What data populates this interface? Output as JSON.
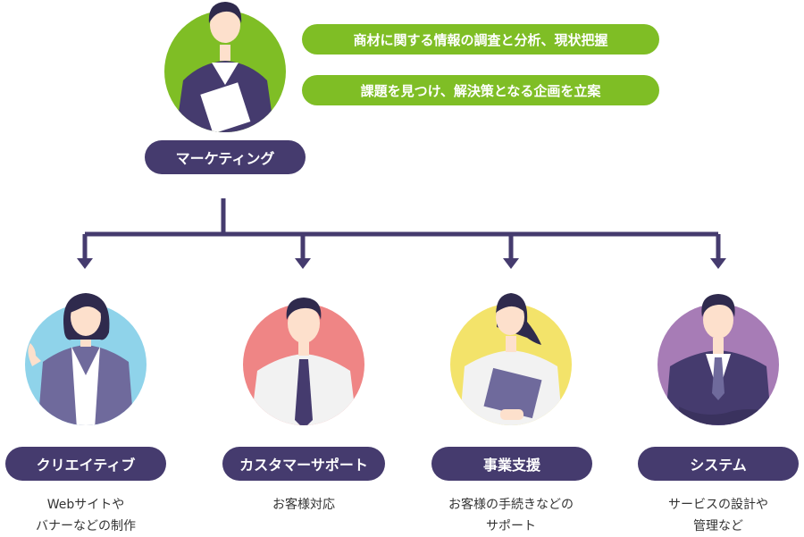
{
  "top": {
    "role_label": "マーケティング",
    "tasks": [
      "商材に関する情報の調査と分析、現状把握",
      "課題を見つけ、解決策となる企画を立案"
    ]
  },
  "teams": [
    {
      "label": "クリエイティブ",
      "desc_lines": [
        "Webサイトや",
        "バナーなどの制作"
      ]
    },
    {
      "label": "カスタマーサポート",
      "desc_lines": [
        "お客様対応"
      ]
    },
    {
      "label": "事業支援",
      "desc_lines": [
        "お客様の手続きなどの",
        "サポート"
      ]
    },
    {
      "label": "システム",
      "desc_lines": [
        "サービスの設計や",
        "管理など"
      ]
    }
  ],
  "colors": {
    "primary": "#453b6e",
    "accent_green": "#7fbe25",
    "circle_marketing": "#7fbe25",
    "circle_creative": "#8fd3ea",
    "circle_support": "#ef8585",
    "circle_business": "#f3e36a",
    "circle_system": "#a77cb6"
  }
}
